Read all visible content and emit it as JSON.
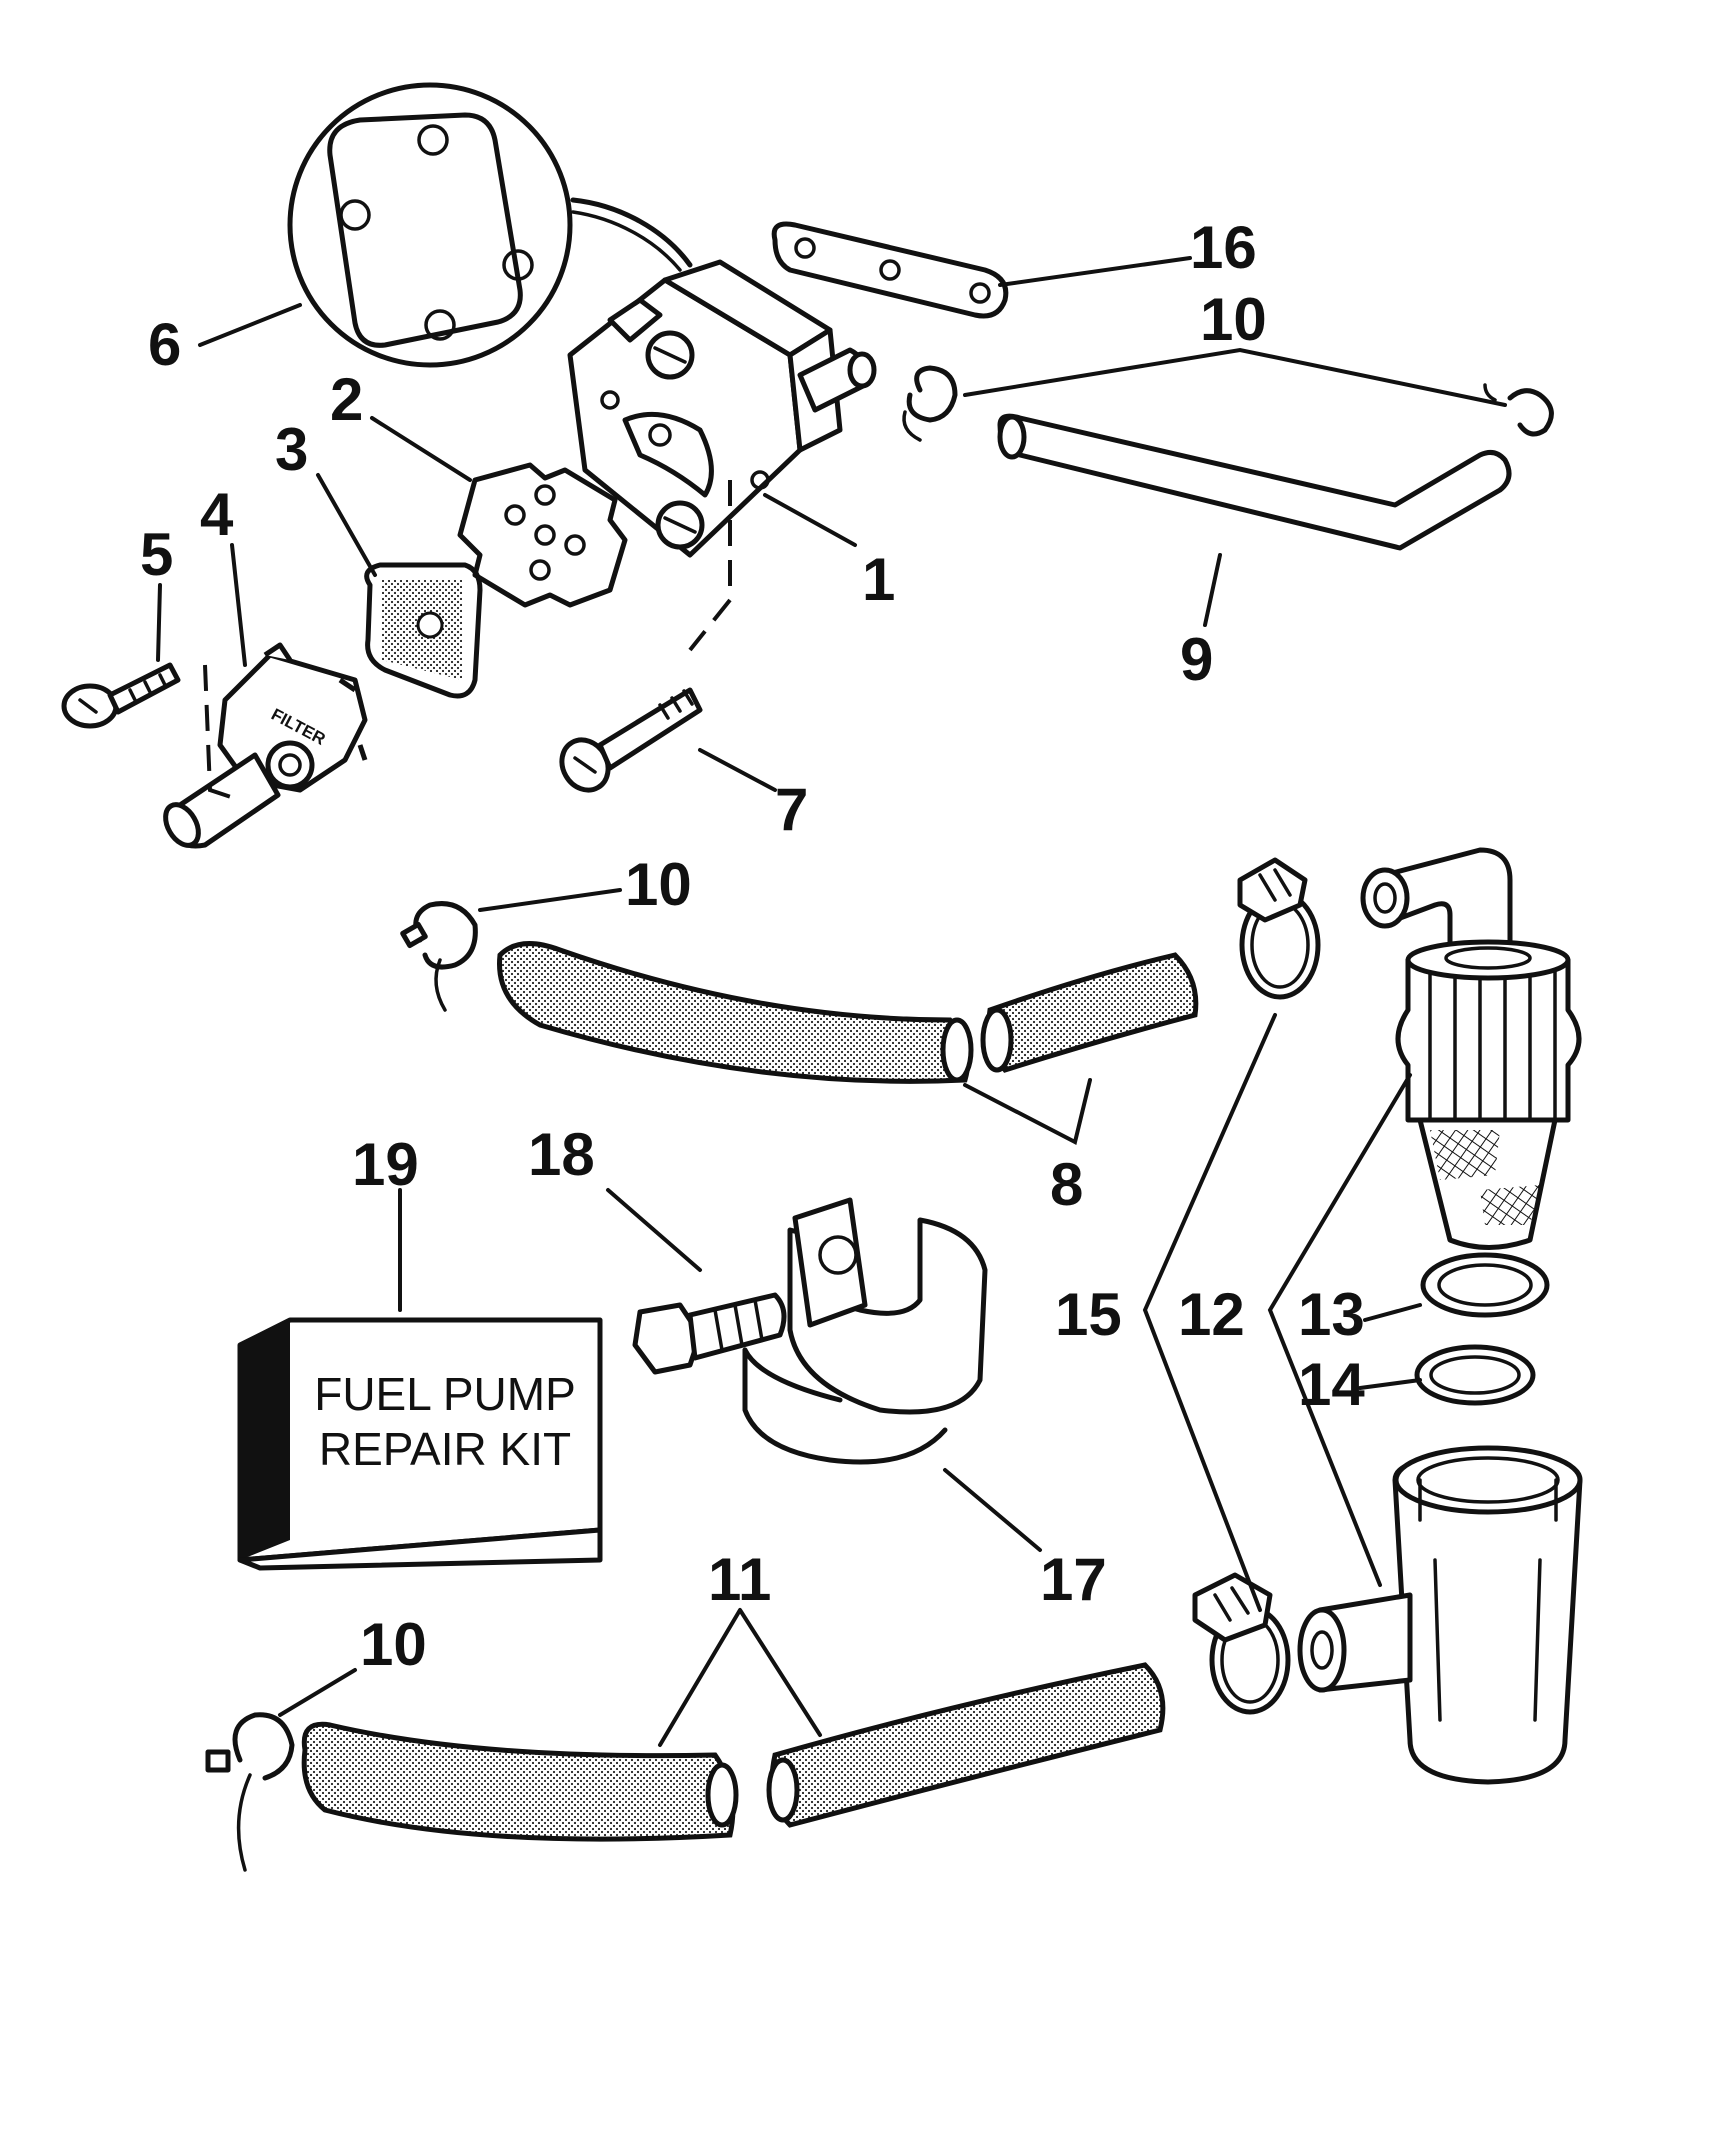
{
  "callouts": {
    "c1": "1",
    "c2": "2",
    "c3": "3",
    "c4": "4",
    "c5": "5",
    "c6": "6",
    "c7": "7",
    "c8": "8",
    "c9": "9",
    "c10a": "10",
    "c10b": "10",
    "c10c": "10",
    "c11": "11",
    "c12": "12",
    "c13": "13",
    "c14": "14",
    "c15": "15",
    "c16": "16",
    "c17": "17",
    "c18": "18",
    "c19": "19"
  },
  "filter_cap_text": "FILTER",
  "kit_label": {
    "line1": "FUEL PUMP",
    "line2": "REPAIR KIT"
  }
}
